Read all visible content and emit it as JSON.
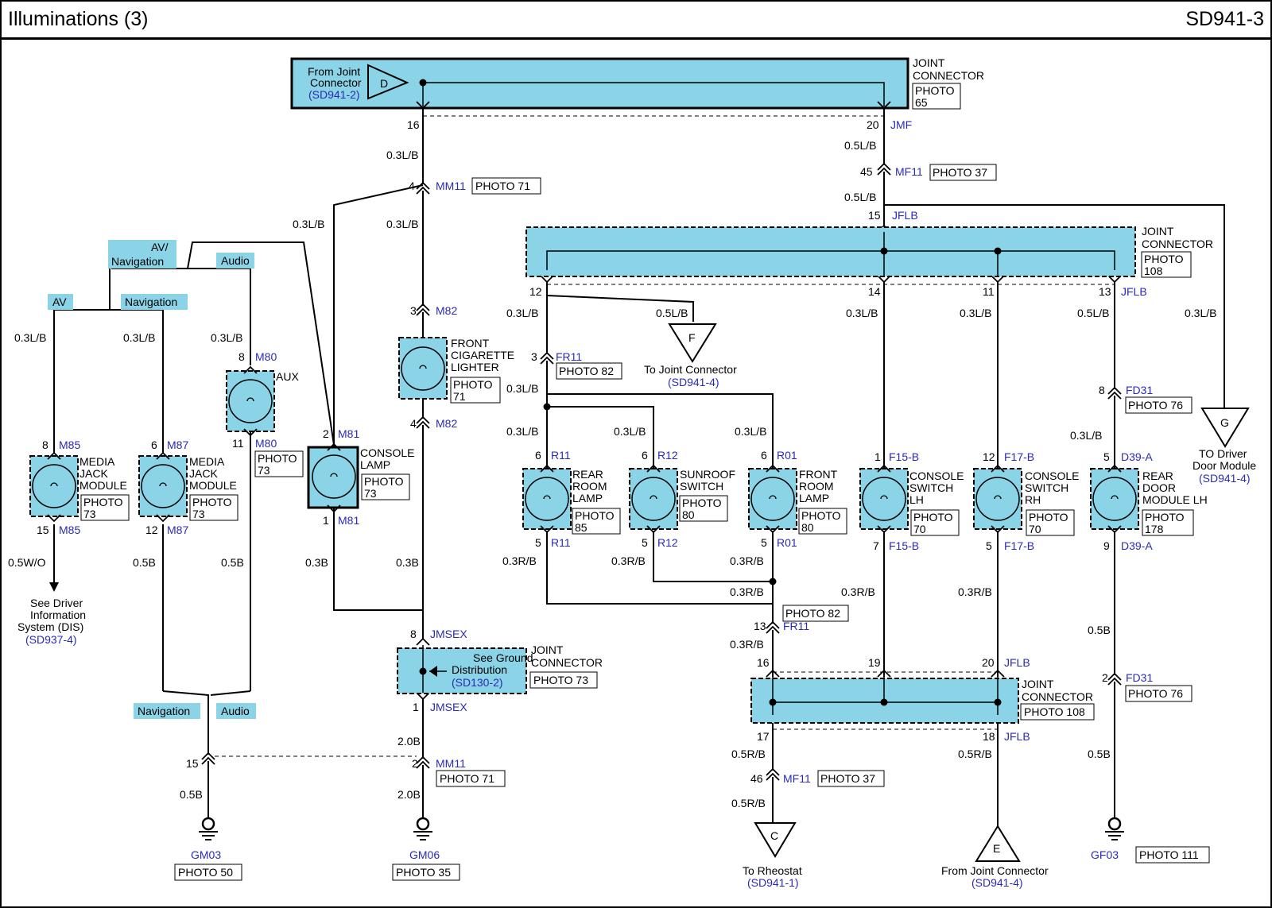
{
  "page": {
    "title": "Illuminations (3)",
    "code": "SD941-3"
  },
  "colors": {
    "connector_fill": "#8bd3e6",
    "wire": "#000000",
    "ref_blue": "#2a2ab8",
    "tag_fill": "#8bd3e6"
  },
  "top_joint": {
    "from_label_1": "From Joint",
    "from_label_2": "Connector",
    "from_ref": "(SD941-2)",
    "arrow_letter": "D",
    "label_1": "JOINT",
    "label_2": "CONNECTOR",
    "photo_1": "PHOTO",
    "photo_2": "65",
    "pin_left": "16",
    "pin_right": "20",
    "name": "JMF"
  },
  "wires": {
    "w1": "0.3L/B",
    "w2": "0.3L/B",
    "w3": "0.3L/B",
    "w4": "0.5L/B",
    "w5": "0.5L/B",
    "w6": "0.3L/B",
    "w7": "0.3L/B",
    "w8": "0.3L/B",
    "w9": "0.3L/B",
    "w10": "0.3L/B",
    "w11": "0.5W/O",
    "w12": "0.5B",
    "w13": "0.5B",
    "w14": "0.3B",
    "w15": "0.3B",
    "w16": "0.3L/B",
    "w17": "0.5L/B",
    "w18": "0.3L/B",
    "w19": "0.3L/B",
    "w20": "0.3L/B",
    "w21": "0.3L/B",
    "w22": "0.3L/B",
    "w23": "0.5L/B",
    "w24": "0.3L/B",
    "w25": "0.3R/B",
    "w26": "0.3R/B",
    "w27": "0.3R/B",
    "w28": "0.3R/B",
    "w29": "0.3R/B",
    "w30": "0.3R/B",
    "w31": "0.3R/B",
    "w32": "0.5B",
    "w33": "0.5B",
    "w34": "2.0B",
    "w35": "2.0B",
    "w36": "0.5B",
    "w37": "0.5R/B",
    "w38": "0.5R/B",
    "w39": "0.5R/B"
  },
  "connectors": {
    "mm11_pin": "4",
    "mm11": "MM11",
    "mm11_photo": "PHOTO 71",
    "mf11_pin": "45",
    "mf11": "MF11",
    "mf11_photo": "PHOTO 37",
    "jflb_top_pin": "15",
    "jflb": "JFLB",
    "m82_pin_a": "3",
    "m82": "M82",
    "m82_pin_b": "4",
    "fr11_pin": "3",
    "fr11": "FR11",
    "fr11_photo": "PHOTO 82",
    "fr11_pin_b": "13",
    "fr11_photo_b": "PHOTO 82",
    "fd31_pin": "8",
    "fd31": "FD31",
    "fd31_photo": "PHOTO 76",
    "fd31_pin_b": "2",
    "fd31_photo_b": "PHOTO 76",
    "jmsex_pin_a": "8",
    "jmsex": "JMSEX",
    "jmsex_pin_b": "1",
    "mm11_pin_b": "2",
    "mm11_photo_b": "PHOTO 71",
    "j15_pin": "15",
    "mf11_pin_b": "46",
    "mf11_photo_b": "PHOTO 37"
  },
  "joint_right": {
    "label_1": "JOINT",
    "label_2": "CONNECTOR",
    "photo_1": "PHOTO",
    "photo_2": "108",
    "pin_12": "12",
    "pin_14": "14",
    "pin_11": "11",
    "pin_13": "13",
    "name": "JFLB"
  },
  "joint_mid": {
    "label_1": "JOINT",
    "label_2": "CONNECTOR",
    "photo": "PHOTO 73",
    "note_1": "See Ground",
    "note_2": "Distribution",
    "note_ref": "(SD130-2)"
  },
  "joint_bottom": {
    "label_1": "JOINT",
    "label_2": "CONNECTOR",
    "photo": "PHOTO 108",
    "pin_16": "16",
    "pin_19": "19",
    "pin_20": "20",
    "pin_17": "17",
    "pin_18": "18",
    "name": "JFLB"
  },
  "tags": {
    "av_nav": [
      "AV/",
      "Navigation"
    ],
    "audio_top": "Audio",
    "av": "AV",
    "navigation_top": "Navigation",
    "navigation_bottom": "Navigation",
    "audio_bottom": "Audio"
  },
  "components": {
    "m85": {
      "pin_top": "8",
      "pin_bot": "15",
      "conn": "M85",
      "name": [
        "MEDIA",
        "JACK",
        "MODULE"
      ],
      "photo": [
        "PHOTO",
        "73"
      ]
    },
    "m87": {
      "pin_top": "6",
      "pin_bot": "12",
      "conn": "M87",
      "name": [
        "MEDIA",
        "JACK",
        "MODULE"
      ],
      "photo": [
        "PHOTO",
        "73"
      ]
    },
    "m80": {
      "pin_top": "8",
      "pin_bot": "11",
      "conn": "M80",
      "name": [
        "AUX"
      ],
      "photo": [
        "PHOTO",
        "73"
      ]
    },
    "m81": {
      "pin_top": "2",
      "pin_bot": "1",
      "conn": "M81",
      "name": [
        "CONSOLE",
        "LAMP"
      ],
      "photo": [
        "PHOTO",
        "73"
      ]
    },
    "lighter": {
      "name": [
        "FRONT",
        "CIGARETTE",
        "LIGHTER"
      ],
      "photo": [
        "PHOTO",
        "71"
      ]
    },
    "r11": {
      "pin_top": "6",
      "pin_bot": "5",
      "conn": "R11",
      "name": [
        "REAR",
        "ROOM",
        "LAMP"
      ],
      "photo": [
        "PHOTO",
        "85"
      ]
    },
    "r12": {
      "pin_top": "6",
      "pin_bot": "5",
      "conn": "R12",
      "name": [
        "SUNROOF",
        "SWITCH"
      ],
      "photo": [
        "PHOTO",
        "80"
      ]
    },
    "r01": {
      "pin_top": "6",
      "pin_bot": "5",
      "conn": "R01",
      "name": [
        "FRONT",
        "ROOM",
        "LAMP"
      ],
      "photo": [
        "PHOTO",
        "80"
      ]
    },
    "f15": {
      "pin_top": "1",
      "pin_bot": "7",
      "conn": "F15-B",
      "name": [
        "CONSOLE",
        "SWITCH",
        "LH"
      ],
      "photo": [
        "PHOTO",
        "70"
      ]
    },
    "f17": {
      "pin_top": "12",
      "pin_bot": "5",
      "conn": "F17-B",
      "name": [
        "CONSOLE",
        "SWITCH",
        "RH"
      ],
      "photo": [
        "PHOTO",
        "70"
      ]
    },
    "d39": {
      "pin_top": "5",
      "pin_bot": "9",
      "conn": "D39-A",
      "name": [
        "REAR",
        "DOOR",
        "MODULE LH"
      ],
      "photo": [
        "PHOTO",
        "178"
      ]
    }
  },
  "offpage": {
    "f": {
      "letter": "F",
      "label": "To Joint Connector",
      "ref": "(SD941-4)"
    },
    "g": {
      "letter": "G",
      "label_1": "TO Driver",
      "label_2": "Door Module",
      "ref": "(SD941-4)"
    },
    "c": {
      "letter": "C",
      "label": "To Rheostat",
      "ref": "(SD941-1)"
    },
    "e": {
      "letter": "E",
      "label": "From Joint Connector",
      "ref": "(SD941-4)"
    },
    "dis": {
      "label_1": "See Driver",
      "label_2": "Information",
      "label_3": "System (DIS)",
      "ref": "(SD937-4)"
    }
  },
  "grounds": {
    "gm03": {
      "name": "GM03",
      "photo": "PHOTO 50"
    },
    "gm06": {
      "name": "GM06",
      "photo": "PHOTO 35"
    },
    "gf03": {
      "name": "GF03",
      "photo": "PHOTO 111"
    }
  }
}
